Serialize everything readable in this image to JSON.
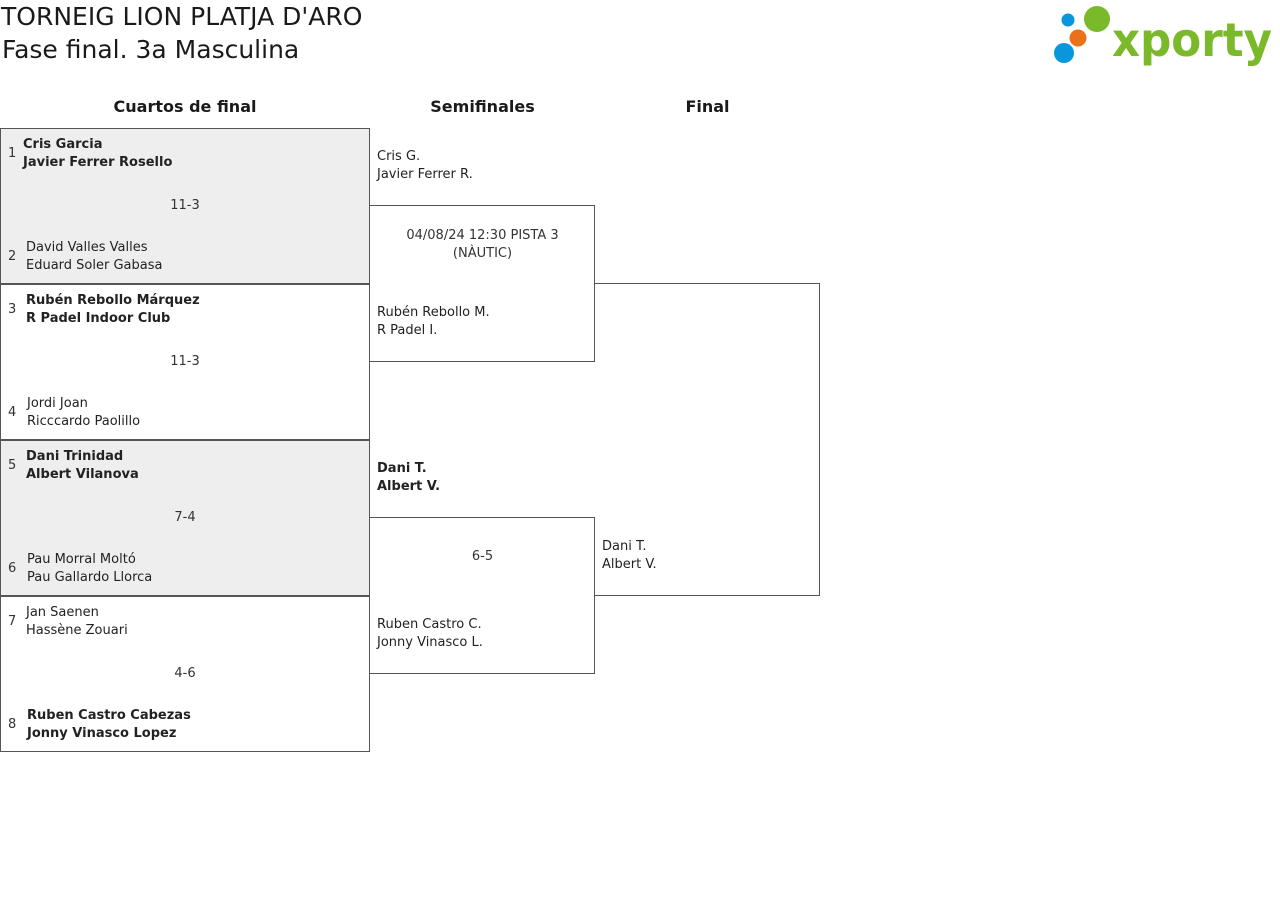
{
  "header": {
    "title": "TORNEIG LION PLATJA D'ARO",
    "subtitle": "Fase final. 3a Masculina",
    "logo_text": "xporty"
  },
  "rounds": [
    "Cuartos de final",
    "Semifinales",
    "Final"
  ],
  "colors": {
    "logo_green": "#7ab929",
    "logo_orange": "#e8711a",
    "logo_blue": "#0a96dc",
    "shade": "#eeeeee",
    "line": "#555555"
  },
  "quarterfinals": [
    {
      "score": "11-3",
      "top": {
        "seed": "1",
        "p1": "Cris Garcia",
        "p2": "Javier Ferrer Rosello",
        "winner": true
      },
      "bottom": {
        "seed": "2",
        "p1": "David Valles Valles",
        "p2": "Eduard Soler Gabasa",
        "winner": false
      }
    },
    {
      "score": "11-3",
      "top": {
        "seed": "3",
        "p1": "Rubén Rebollo Márquez",
        "p2": "R Padel Indoor Club",
        "winner": true
      },
      "bottom": {
        "seed": "4",
        "p1": "Jordi Joan",
        "p2": "Ricccardo Paolillo",
        "winner": false
      }
    },
    {
      "score": "7-4",
      "top": {
        "seed": "5",
        "p1": "Dani Trinidad",
        "p2": "Albert Vilanova",
        "winner": true
      },
      "bottom": {
        "seed": "6",
        "p1": "Pau Morral Moltó",
        "p2": "Pau Gallardo Llorca",
        "winner": false
      }
    },
    {
      "score": "4-6",
      "top": {
        "seed": "7",
        "p1": "Jan Saenen",
        "p2": "Hassène Zouari",
        "winner": false
      },
      "bottom": {
        "seed": "8",
        "p1": "Ruben Castro Cabezas",
        "p2": "Jonny Vinasco Lopez",
        "winner": true
      }
    }
  ],
  "semifinals": [
    {
      "info_line1": "04/08/24 12:30 PISTA 3",
      "info_line2": "(NÀUTIC)",
      "top": {
        "p1": "Cris G.",
        "p2": "Javier Ferrer R.",
        "winner": false
      },
      "bottom": {
        "p1": "Rubén Rebollo M.",
        "p2": "R Padel I.",
        "winner": false
      }
    },
    {
      "score": "6-5",
      "top": {
        "p1": "Dani T.",
        "p2": "Albert V.",
        "winner": true
      },
      "bottom": {
        "p1": "Ruben Castro C.",
        "p2": "Jonny Vinasco L.",
        "winner": false
      }
    }
  ],
  "final": {
    "bottom": {
      "p1": "Dani T.",
      "p2": "Albert V."
    }
  }
}
